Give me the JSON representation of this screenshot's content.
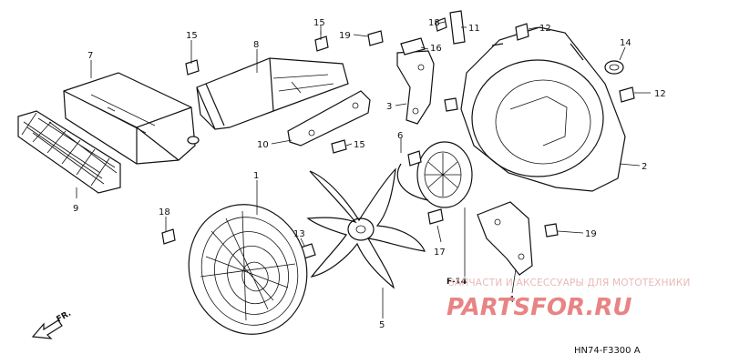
{
  "callouts": [
    {
      "id": "c1",
      "text": "1"
    },
    {
      "id": "c2",
      "text": "2"
    },
    {
      "id": "c3",
      "text": "3"
    },
    {
      "id": "c4",
      "text": "4"
    },
    {
      "id": "c5",
      "text": "5"
    },
    {
      "id": "c6",
      "text": "6"
    },
    {
      "id": "c7",
      "text": "7"
    },
    {
      "id": "c8",
      "text": "8"
    },
    {
      "id": "c9",
      "text": "9"
    },
    {
      "id": "c10",
      "text": "10"
    },
    {
      "id": "c11",
      "text": "11"
    },
    {
      "id": "c12a",
      "text": "12"
    },
    {
      "id": "c12b",
      "text": "12"
    },
    {
      "id": "c13",
      "text": "13"
    },
    {
      "id": "c14",
      "text": "14"
    },
    {
      "id": "c15a",
      "text": "15"
    },
    {
      "id": "c15b",
      "text": "15"
    },
    {
      "id": "c15c",
      "text": "15"
    },
    {
      "id": "c16",
      "text": "16"
    },
    {
      "id": "c17",
      "text": "17"
    },
    {
      "id": "c18a",
      "text": "18"
    },
    {
      "id": "c18b",
      "text": "18"
    },
    {
      "id": "c19a",
      "text": "19"
    },
    {
      "id": "c19b",
      "text": "19"
    }
  ],
  "reference_label": "F-14",
  "front_arrow_label": "FR.",
  "diagram_code": "HN74-F3300 A",
  "watermark": {
    "tagline": "ЗАПЧАСТИ И АКСЕССУАРЫ ДЛЯ МОТОТЕХНИКИ",
    "logo": "PARTSFOR.RU",
    "color": "#e88484"
  }
}
